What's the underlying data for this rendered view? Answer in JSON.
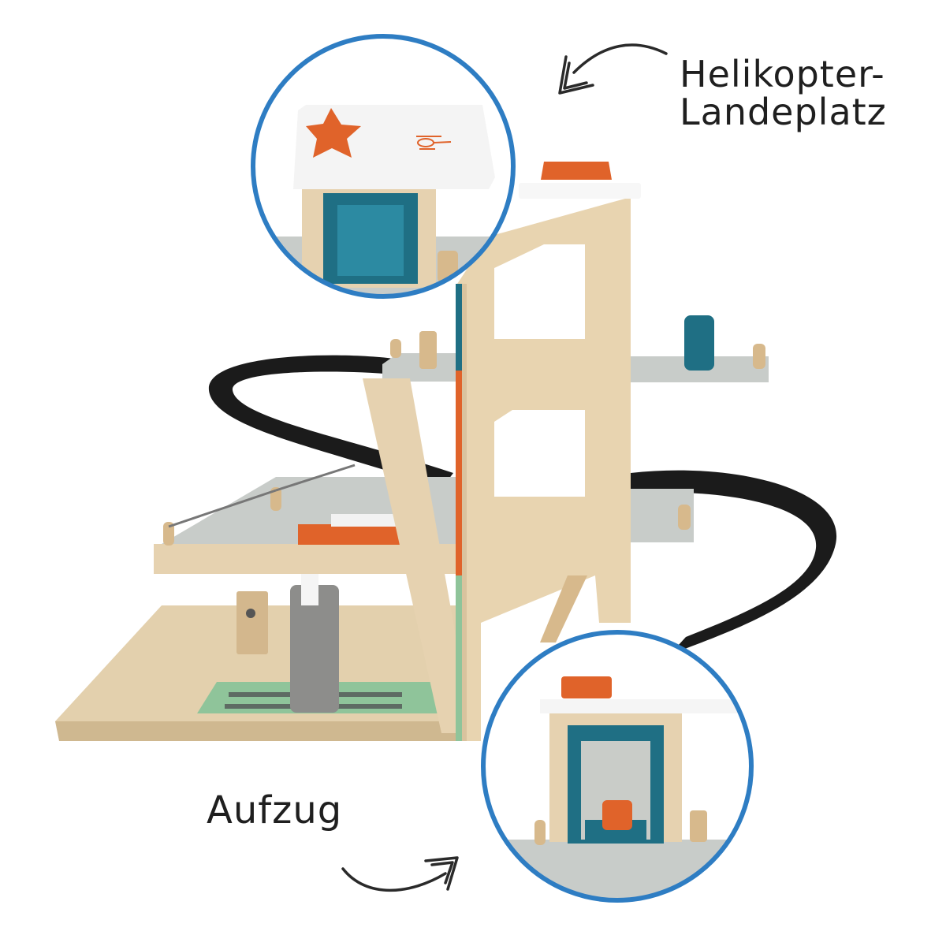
{
  "annotations": {
    "helipad_line1": "Helikopter-",
    "helipad_line2": "Landeplatz",
    "elevator": "Aufzug"
  },
  "colors": {
    "circle_border": "#2e7dc3",
    "wood": "#e6d2b0",
    "accent_orange": "#e0632a",
    "accent_teal": "#1f6f84",
    "track": "#1b1b1b",
    "floor_grey": "#c8ccc9",
    "green_pad": "#8fc49a"
  },
  "icons": [
    "arrow-to-helipad-icon",
    "arrow-to-elevator-icon",
    "helicopter-icon"
  ]
}
